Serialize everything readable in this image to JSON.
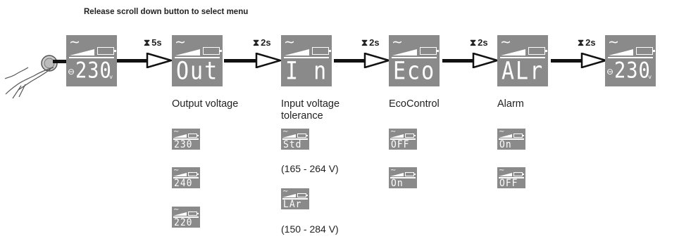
{
  "title": "Release scroll down button to select menu",
  "timers": [
    "5s",
    "2s",
    "2s",
    "2s",
    "2s"
  ],
  "main_displays": [
    {
      "text": "230",
      "unit": "v",
      "plug": true
    },
    {
      "text": "Out",
      "unit": "",
      "plug": false
    },
    {
      "text": "I n",
      "unit": "",
      "plug": false
    },
    {
      "text": "Eco",
      "unit": "",
      "plug": false
    },
    {
      "text": "ALr",
      "unit": "",
      "plug": false
    },
    {
      "text": "230",
      "unit": "v",
      "plug": true
    }
  ],
  "captions": {
    "output": "Output voltage",
    "input_line1": "Input voltage",
    "input_line2": "tolerance",
    "eco": "EcoControl",
    "alarm": "Alarm"
  },
  "options": {
    "output": [
      "230",
      "240",
      "220"
    ],
    "input": [
      "Std",
      "LAr"
    ],
    "eco": [
      "OFF",
      "On"
    ],
    "alarm": [
      "On",
      "OFF"
    ]
  },
  "ranges": {
    "std": "(165 - 264 V)",
    "lar": "(150 - 284 V)"
  },
  "icons": {
    "wave": "sine-wave-icon",
    "battery": "battery-icon",
    "hourglass": "hourglass-icon",
    "hand": "hand-pressing-button-icon"
  },
  "colors": {
    "lcd": "#8a8a8a",
    "segment": "#ffffff",
    "arrow": "#111111"
  }
}
